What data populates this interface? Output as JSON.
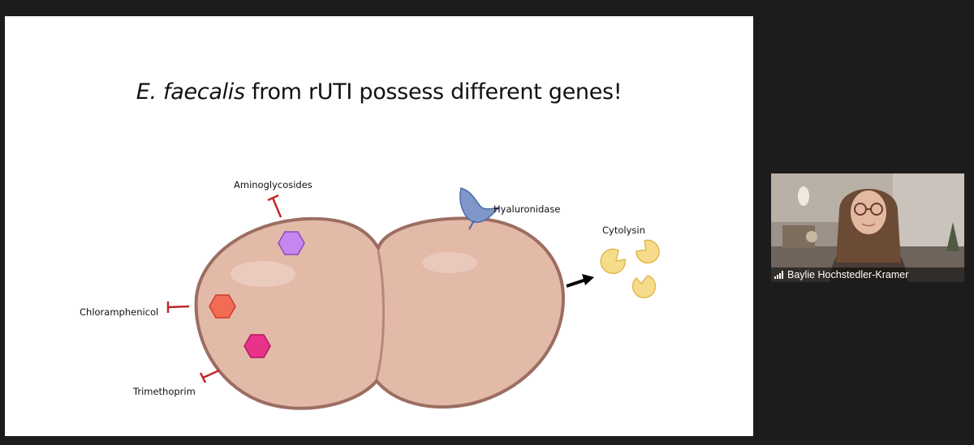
{
  "slide": {
    "title_italic": "E. faecalis",
    "title_rest": " from rUTI possess different genes!",
    "labels": {
      "aminoglycosides": "Aminoglycosides",
      "chloramphenicol": "Chloramphenicol",
      "trimethoprim": "Trimethoprim",
      "hyaluronidase": "Hyaluronidase",
      "cytolysin": "Cytolysin"
    }
  },
  "participant": {
    "name": "Baylie Hochstedler-Kramer",
    "status_icon": "signal-strength-icon"
  },
  "colors": {
    "cell_fill": "#e3b9a8",
    "cell_outline": "#9c6e62",
    "inhibitor_red": "#c0282b",
    "hex_purple": "#c785f0",
    "hex_orange": "#f26b55",
    "hex_magenta": "#e8338a",
    "hyaluronidase_blue": "#7f98c9",
    "cytolysin_yellow": "#f6dc8a"
  }
}
